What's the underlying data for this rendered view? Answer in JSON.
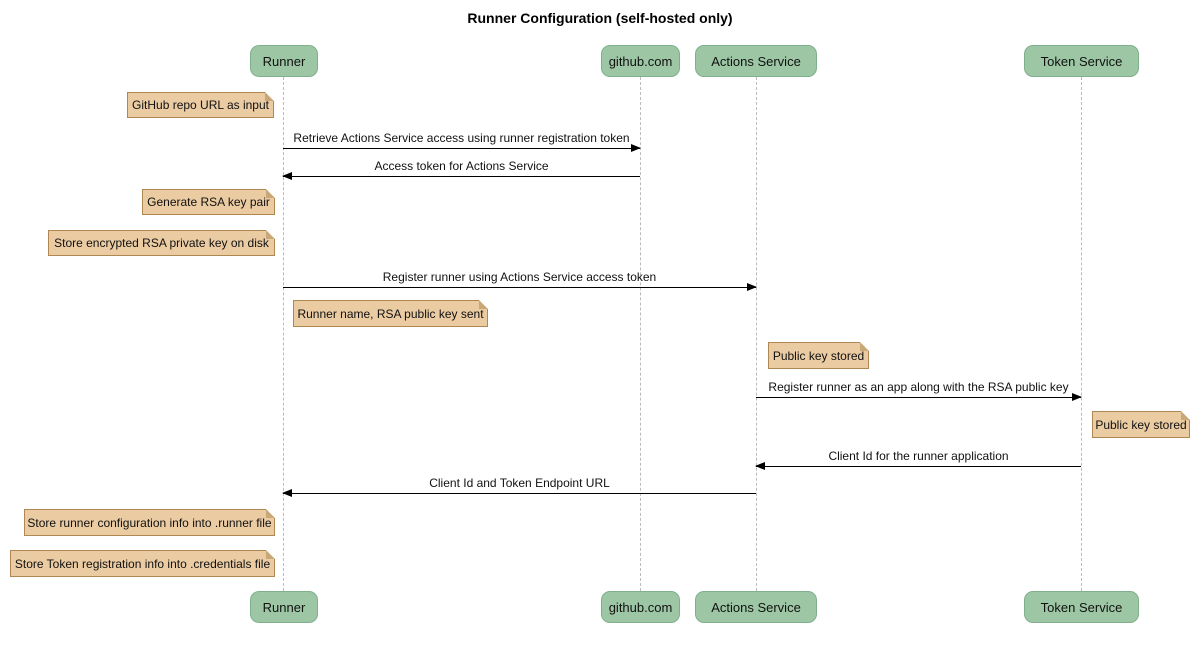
{
  "diagram": {
    "type": "sequence-diagram",
    "title": "Runner Configuration (self-hosted only)"
  },
  "colors": {
    "participant_fill": "#9DC7A4",
    "participant_border": "#7FAF8C",
    "note_fill": "#EBCBA2",
    "note_border": "#AE8753",
    "lifeline": "#BBBBBB",
    "arrow": "#000000",
    "background": "#FFFFFF"
  },
  "participants": [
    {
      "name": "Runner"
    },
    {
      "name": "github.com"
    },
    {
      "name": "Actions Service"
    },
    {
      "name": "Token Service"
    }
  ],
  "notes": [
    {
      "text": "GitHub repo URL as input",
      "participant": "Runner",
      "side": "left"
    },
    {
      "text": "Generate RSA key pair",
      "participant": "Runner",
      "side": "left"
    },
    {
      "text": "Store encrypted RSA private key on disk",
      "participant": "Runner",
      "side": "left"
    },
    {
      "text": "Runner name, RSA public key sent",
      "participant": "Runner",
      "side": "right"
    },
    {
      "text": "Public key stored",
      "participant": "Actions Service",
      "side": "right"
    },
    {
      "text": "Public key stored",
      "participant": "Token Service",
      "side": "right"
    },
    {
      "text": "Store runner configuration info into .runner file",
      "participant": "Runner",
      "side": "left"
    },
    {
      "text": "Store Token registration info into .credentials file",
      "participant": "Runner",
      "side": "left"
    }
  ],
  "messages": [
    {
      "from": "Runner",
      "to": "github.com",
      "text": "Retrieve Actions Service access using runner registration token"
    },
    {
      "from": "github.com",
      "to": "Runner",
      "text": "Access token for Actions Service"
    },
    {
      "from": "Runner",
      "to": "Actions Service",
      "text": "Register runner using Actions Service access token"
    },
    {
      "from": "Actions Service",
      "to": "Token Service",
      "text": "Register runner as an app along with the RSA public key"
    },
    {
      "from": "Token Service",
      "to": "Actions Service",
      "text": "Client Id for the runner application"
    },
    {
      "from": "Actions Service",
      "to": "Runner",
      "text": "Client Id and Token Endpoint URL"
    }
  ]
}
